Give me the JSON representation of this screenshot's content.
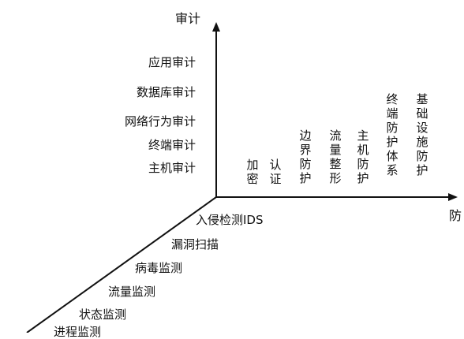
{
  "axes": {
    "vertical_title": "审计",
    "horizontal_title": "防",
    "colors": {
      "line": "#111111",
      "text": "#111111",
      "background": "#ffffff"
    }
  },
  "vertical_axis_items": [
    "应用审计",
    "数据库审计",
    "网络行为审计",
    "终端审计",
    "主机审计"
  ],
  "horizontal_axis_items": [
    "加密",
    "认证",
    "边界防护",
    "流量整形",
    "主机防护",
    "终端防护体系",
    "基础设施防护"
  ],
  "diagonal_axis_items": [
    "入侵检测IDS",
    "漏洞扫描",
    "病毒监测",
    "流量监测",
    "状态监测",
    "进程监测"
  ]
}
